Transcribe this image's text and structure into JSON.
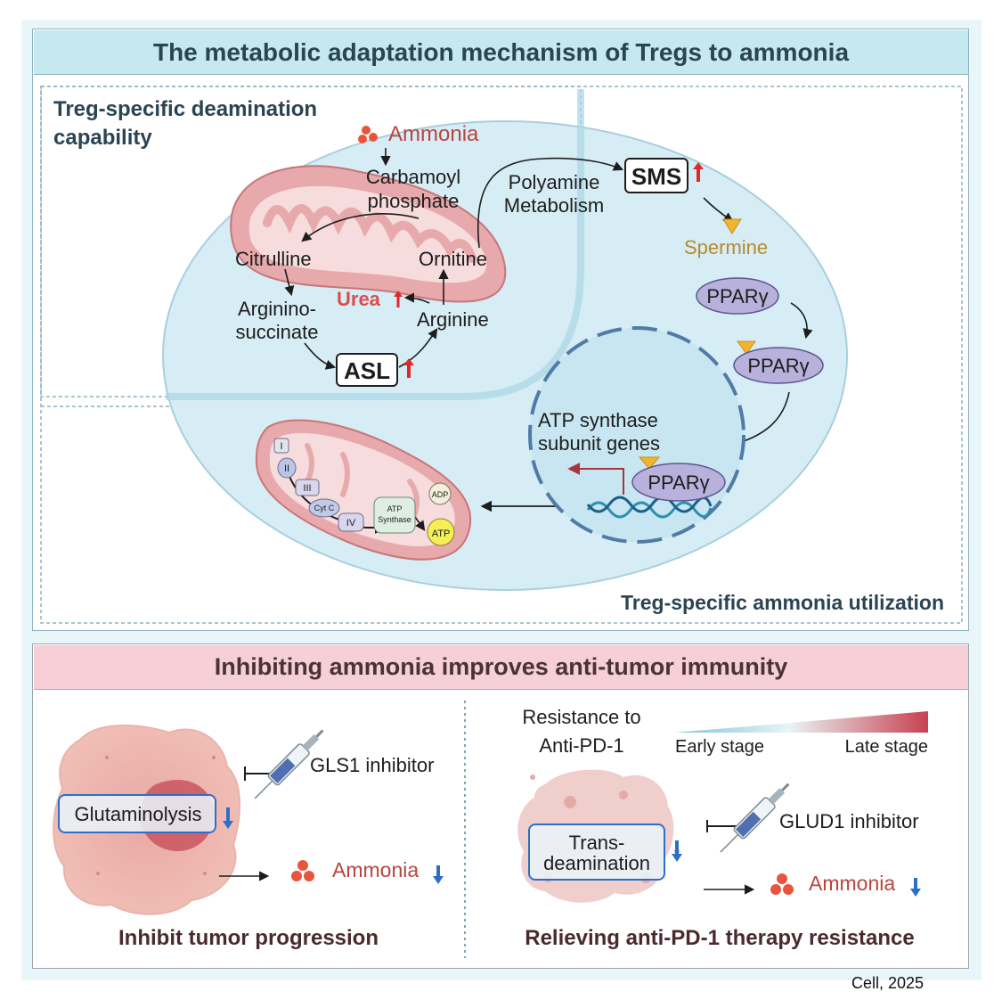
{
  "title": "The metabolic adaptation mechanism of Tregs to ammonia",
  "top": {
    "section_left": "Treg-specific deamination capability",
    "section_right": "Treg-specific ammonia utilization",
    "ammonia": "Ammonia",
    "carbamoyl_1": "Carbamoyl",
    "carbamoyl_2": "phosphate",
    "citrulline": "Citrulline",
    "ornitine": "Ornitine",
    "urea": "Urea",
    "arginino_1": "Arginino-",
    "arginino_2": "succinate",
    "arginine": "Arginine",
    "asl": "ASL",
    "polyamine_1": "Polyamine",
    "polyamine_2": "Metabolism",
    "sms": "SMS",
    "spermine": "Spermine",
    "ppar_1": "PPARγ",
    "ppar_2": "PPARγ",
    "ppar_3": "PPARγ",
    "atp_genes_1": "ATP synthase",
    "atp_genes_2": "subunit genes",
    "complex_i": "I",
    "complex_ii": "II",
    "complex_iii": "III",
    "cytc": "Cyt C",
    "complex_iv": "IV",
    "atp_synthase_1": "ATP",
    "atp_synthase_2": "Synthase",
    "adp": "ADP",
    "atp": "ATP"
  },
  "bottom": {
    "title": "Inhibiting ammonia improves anti-tumor immunity",
    "left": {
      "inhibitor": "GLS1 inhibitor",
      "process": "Glutaminolysis",
      "ammonia": "Ammonia",
      "caption": "Inhibit tumor progression"
    },
    "right": {
      "resistance_1": "Resistance to",
      "resistance_2": "Anti-PD-1",
      "early": "Early stage",
      "late": "Late stage",
      "inhibitor": "GLUD1 inhibitor",
      "process_1": "Trans-",
      "process_2": "deamination",
      "ammonia": "Ammonia",
      "caption": "Relieving anti-PD-1 therapy resistance"
    }
  },
  "credit": "Cell, 2025",
  "colors": {
    "header_top": "#c6e9ef",
    "header_bottom": "#f6cfd7",
    "cell": "#d6edf5",
    "mito": "#e7a9ab",
    "mito_inner": "#f6dcdc",
    "ppar": "#b7b1dc",
    "spermine": "#f2b530",
    "urea": "#e04a4a",
    "ammonia_dot": "#e8553c",
    "down_arrow": "#2c6fc9",
    "up_arrow": "#e02828"
  }
}
